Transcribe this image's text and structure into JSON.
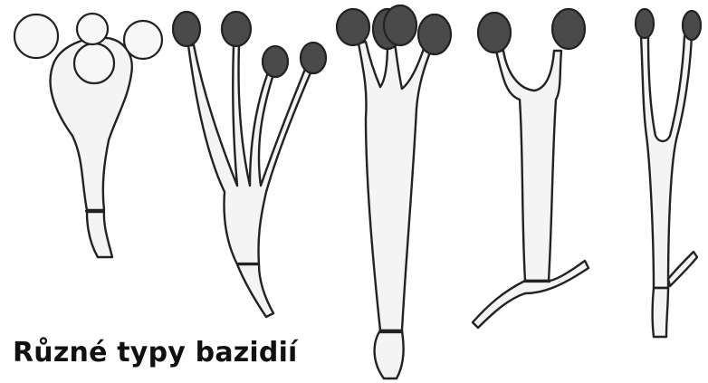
{
  "caption": "Různé typy bazidií",
  "colors": {
    "outline": "#222222",
    "cell_fill": "#f4f4f4",
    "stipple": "#555555",
    "spore_dark": "#4a4a4a",
    "background": "#ffffff"
  },
  "figure": {
    "basidia": [
      {
        "type": "holobasidium-broad",
        "spores": 4,
        "spore_style": "light"
      },
      {
        "type": "holobasidium-four-sterigmata",
        "spores": 4,
        "spore_style": "dark"
      },
      {
        "type": "holobasidium-elongated",
        "spores": 4,
        "spore_style": "dark"
      },
      {
        "type": "holobasidium-two-sterigmata",
        "spores": 2,
        "spore_style": "dark"
      },
      {
        "type": "holobasidium-tuning-fork",
        "spores": 2,
        "spore_style": "dark"
      }
    ]
  }
}
